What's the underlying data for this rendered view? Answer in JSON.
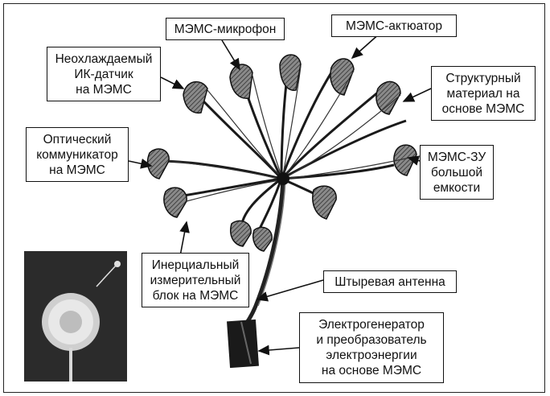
{
  "labels": {
    "mems_microphone": "МЭМС-микрофон",
    "mems_actuator": "МЭМС-актюатор",
    "ir_sensor": [
      "Неохлаждаемый",
      "ИК-датчик",
      "на МЭМС"
    ],
    "structural_material": [
      "Структурный",
      "материал на",
      "основе МЭМС"
    ],
    "optical_communicator": [
      "Оптический",
      "коммуникатор",
      "на МЭМС"
    ],
    "mems_storage": [
      "МЭМС-ЗУ",
      "большой",
      "емкости"
    ],
    "inertial_unit": [
      "Инерциальный",
      "измерительный",
      "блок на МЭМС"
    ],
    "whip_antenna": "Штыревая антенна",
    "power_generator": [
      "Электрогенератор",
      "и преобразователь",
      "электроэнергии",
      "на основе МЭМС"
    ]
  },
  "colors": {
    "ink": "#111111",
    "petal_fill": "#9a9a9a",
    "petal_dark": "#3c3c3c",
    "photo_bg": "#2b2b2b"
  },
  "icons": {
    "dandelion_device": "dandelion-mems-illustration",
    "dandelion_photo": "dandelion-photo"
  }
}
